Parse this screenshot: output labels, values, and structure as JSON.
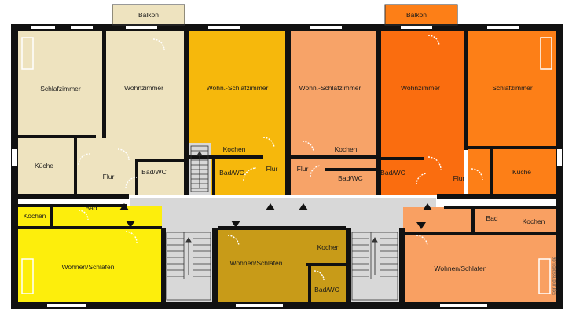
{
  "colors": {
    "beige": "#eee3bf",
    "yellow_orange": "#f6b80c",
    "light_orange": "#f7a368",
    "dark_orange": "#fa6d0f",
    "bright_orange": "#fd7f17",
    "yellow": "#fdee0c",
    "ochre": "#c89b18",
    "salmon": "#f9a062",
    "gray": "#d8d8d8",
    "wall": "#111111"
  },
  "rooms": {
    "balkon_left": "Balkon",
    "balkon_right": "Balkon",
    "schlafzimmer_1": "Schlafzimmer",
    "wohnzimmer_1": "Wohnzimmer",
    "kueche_1": "Küche",
    "flur_1": "Flur",
    "bad_wc_1": "Bad/WC",
    "wohn_schlaf_2": "Wohn.-Schlafzimmer",
    "kochen_2": "Kochen",
    "bad_wc_2": "Bad/WC",
    "flur_2": "Flur",
    "wohn_schlaf_3": "Wohn.-Schlafzimmer",
    "kochen_3": "Kochen",
    "flur_3": "Flur",
    "bad_wc_3": "Bad/WC",
    "wohnzimmer_4": "Wohnzimmer",
    "schlafzimmer_4": "Schlafzimmer",
    "bad_wc_4": "Bad/WC",
    "flur_4": "Flur",
    "kueche_4": "Küche",
    "kochen_5": "Kochen",
    "bad_5": "Bad",
    "wohnen_5": "Wohnen/Schlafen",
    "wohnen_6": "Wohnen/Schlafen",
    "kochen_6": "Kochen",
    "bad_wc_6": "Bad/WC",
    "bad_7": "Bad",
    "kochen_7": "Kochen",
    "wohnen_7": "Wohnen/Schlafen"
  },
  "watermark": "©grundrissprofi.de"
}
